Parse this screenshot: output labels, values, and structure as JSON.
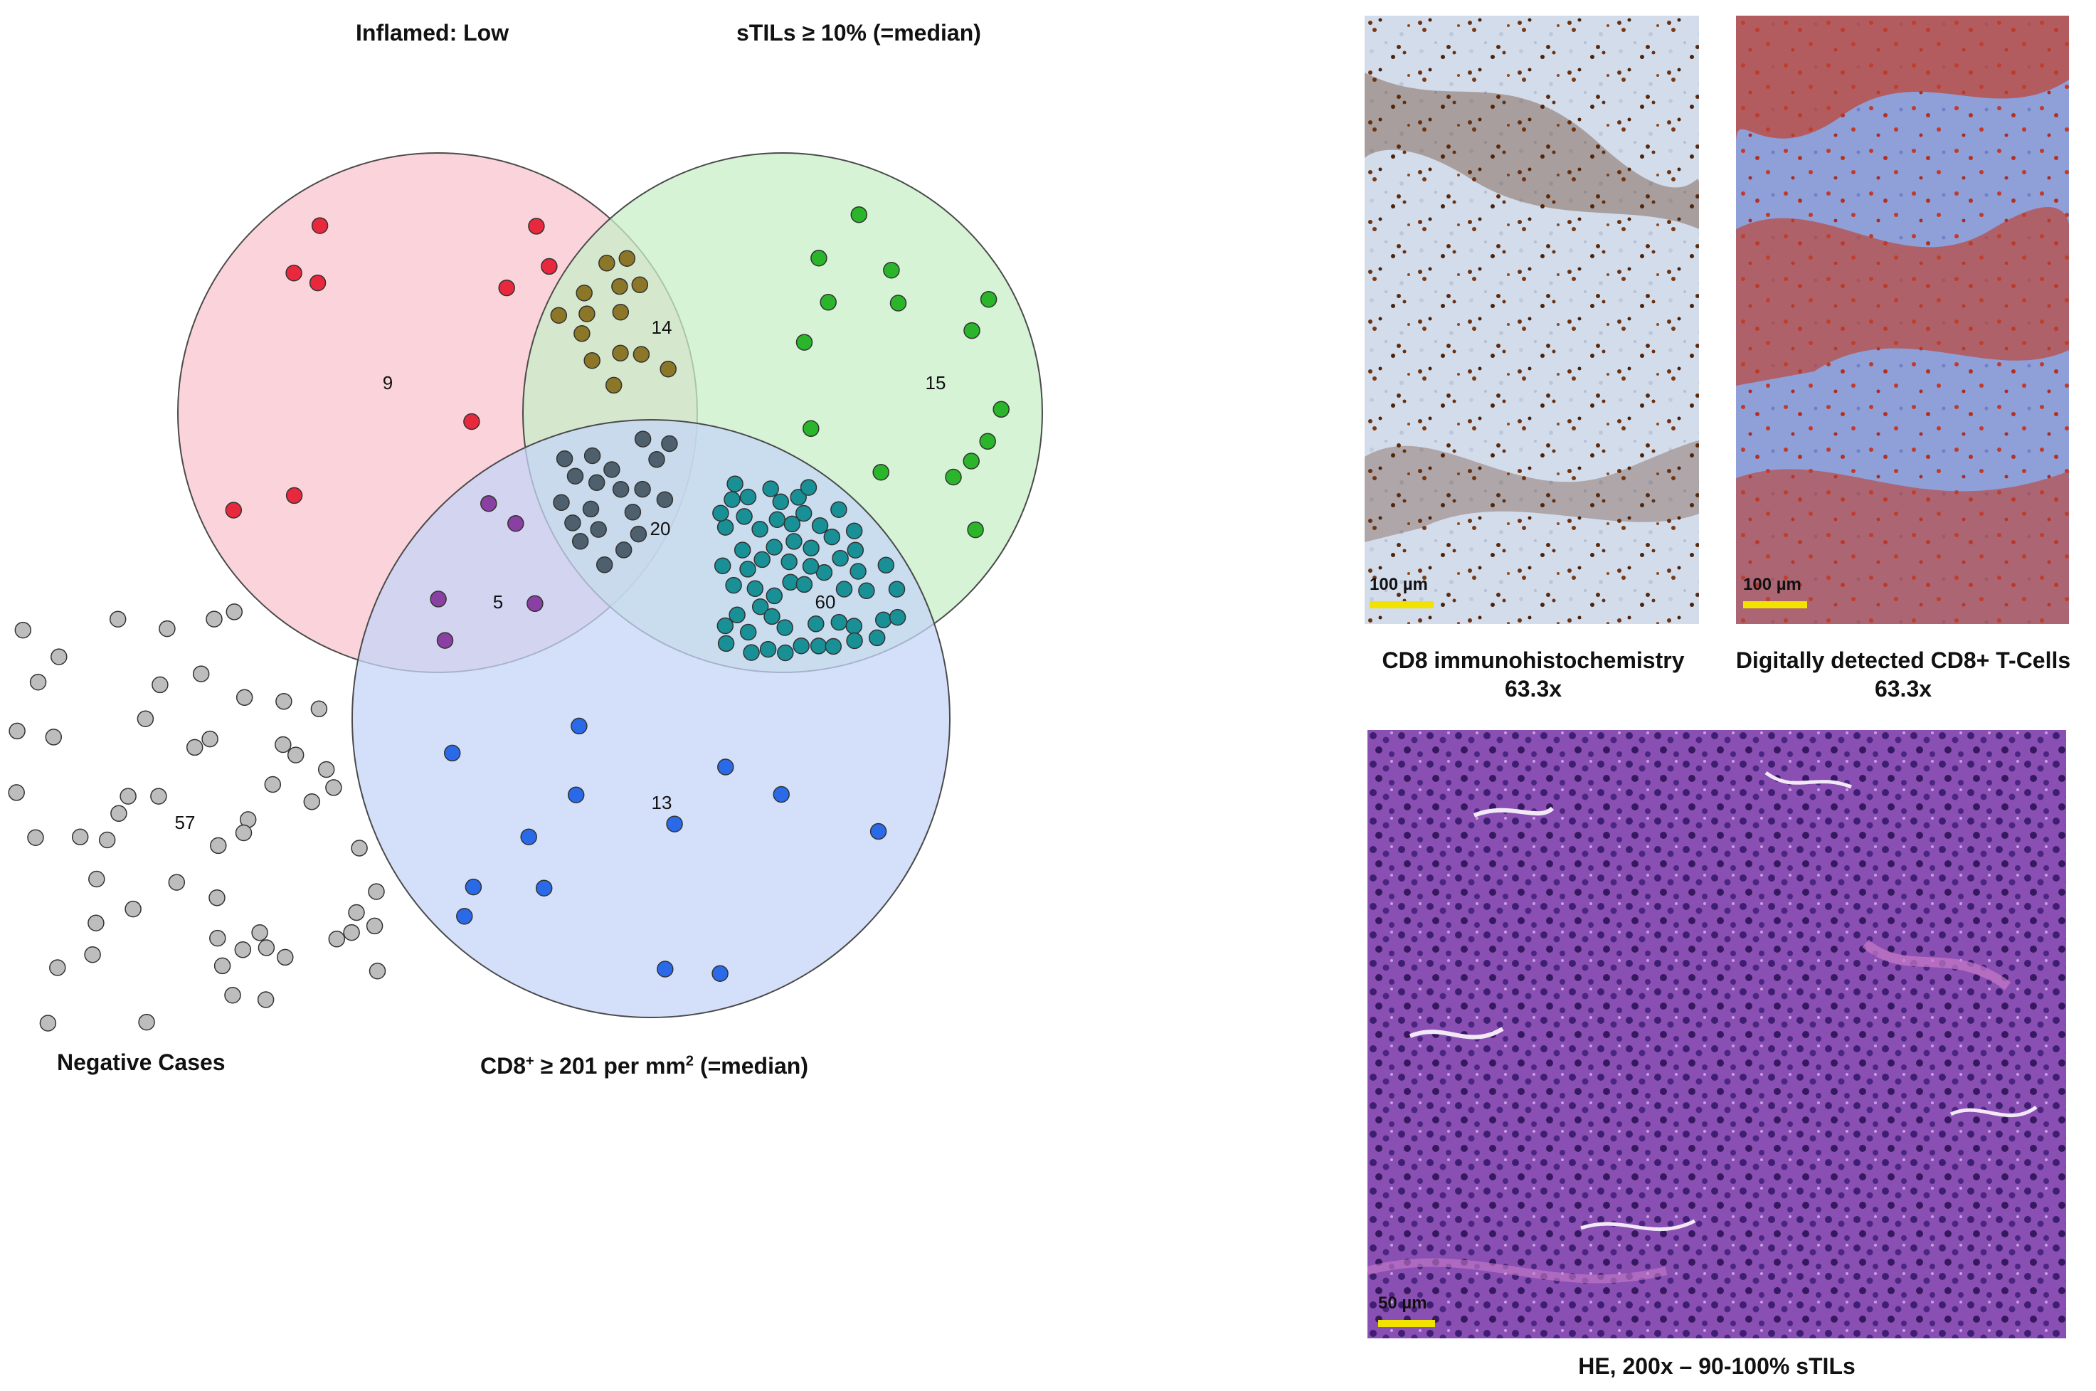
{
  "venn": {
    "set_inflamed": "Inflamed: Low",
    "set_stils": "sTILs ≥ 10% (=median)",
    "set_cd8_prefix": "CD8",
    "set_cd8_sup": "+",
    "set_cd8_suffix": " ≥ 201 per mm",
    "set_cd8_unit_sup": "2",
    "set_cd8_tail": " (=median)",
    "negative_label": "Negative Cases",
    "colors": {
      "inflamed_fill": "#f9c6cf",
      "stils_fill": "#c8efc8",
      "cd8_fill": "#c6d6f7",
      "outline": "#4a4a4a"
    },
    "regions": [
      {
        "key": "inflamed_only",
        "count": 9,
        "dot_color": "#e8283c"
      },
      {
        "key": "inflamed_stils",
        "count": 14,
        "dot_color": "#8c7728"
      },
      {
        "key": "stils_only",
        "count": 15,
        "dot_color": "#2bb52b"
      },
      {
        "key": "all_three",
        "count": 20,
        "dot_color": "#4e5f6d"
      },
      {
        "key": "inflamed_cd8",
        "count": 5,
        "dot_color": "#8a3fa3"
      },
      {
        "key": "stils_cd8",
        "count": 60,
        "dot_color": "#198f96"
      },
      {
        "key": "cd8_only",
        "count": 13,
        "dot_color": "#2a6ae8"
      },
      {
        "key": "negative",
        "count": 57,
        "dot_color": "#bdbdbd"
      }
    ]
  },
  "panels": {
    "cd8_ihc": {
      "caption_line1": "CD8 immunohistochemistry",
      "caption_line2": "63.3x",
      "scale": "100 µm"
    },
    "digital": {
      "caption_line1": "Digitally detected CD8+ T-Cells",
      "caption_line2": "63.3x",
      "scale": "100 µm"
    },
    "he": {
      "caption": "HE, 200x – 90-100% sTILs",
      "scale": "50 µm"
    }
  }
}
